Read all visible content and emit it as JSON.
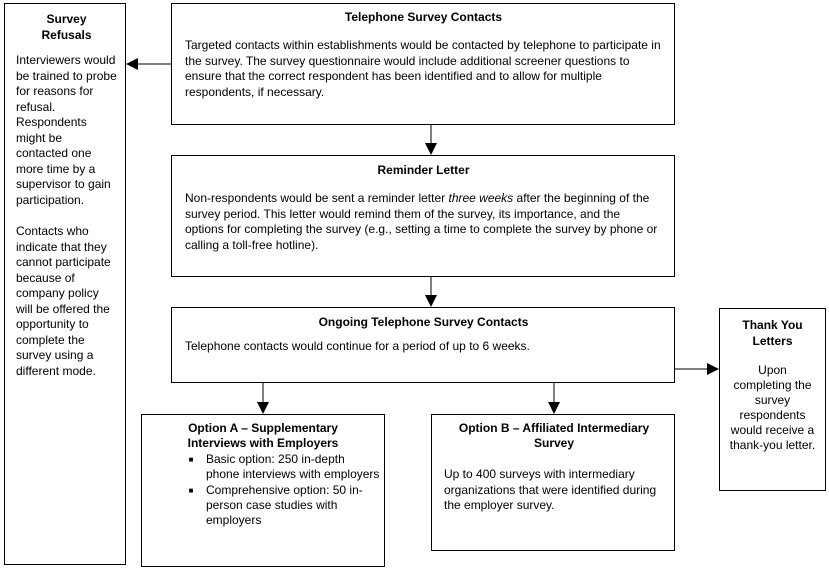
{
  "survey_refusals": {
    "title": "Survey Refusals",
    "paragraph1": "Interviewers would be trained to probe for reasons for refusal. Respondents might be contacted one more time by a supervisor to gain participation.",
    "paragraph2": "Contacts who indicate that they cannot participate because of company policy will be offered the opportunity to complete the survey using a different mode."
  },
  "telephone_contacts": {
    "title": "Telephone Survey Contacts",
    "text": "Targeted contacts within establishments would be contacted by telephone to participate in the survey.  The survey questionnaire would include additional screener questions to ensure that the correct respondent has been identified and to allow for multiple respondents, if necessary."
  },
  "reminder_letter": {
    "title": "Reminder Letter",
    "text_before": "Non-respondents would be sent a reminder letter ",
    "text_emphasis": "three weeks",
    "text_after": " after the beginning of the survey period.  This letter would remind them of the survey, its importance, and the options for completing the survey (e.g., setting a time to complete the survey by phone or calling a toll-free hotline)."
  },
  "ongoing_contacts": {
    "title": "Ongoing Telephone Survey Contacts",
    "text": "Telephone contacts would continue for a period of up to 6 weeks."
  },
  "option_a": {
    "title": "Option A – Supplementary Interviews with Employers",
    "bullets": [
      "Basic option: 250 in-depth phone interviews with employers",
      "Comprehensive option: 50 in-person case studies with employers"
    ]
  },
  "option_b": {
    "title": "Option B – Affiliated Intermediary Survey",
    "text": "Up to 400 surveys with intermediary organizations that were identified during the employer survey."
  },
  "thank_you": {
    "title": "Thank You Letters",
    "text": "Upon completing the survey respondents would receive a thank-you letter."
  }
}
